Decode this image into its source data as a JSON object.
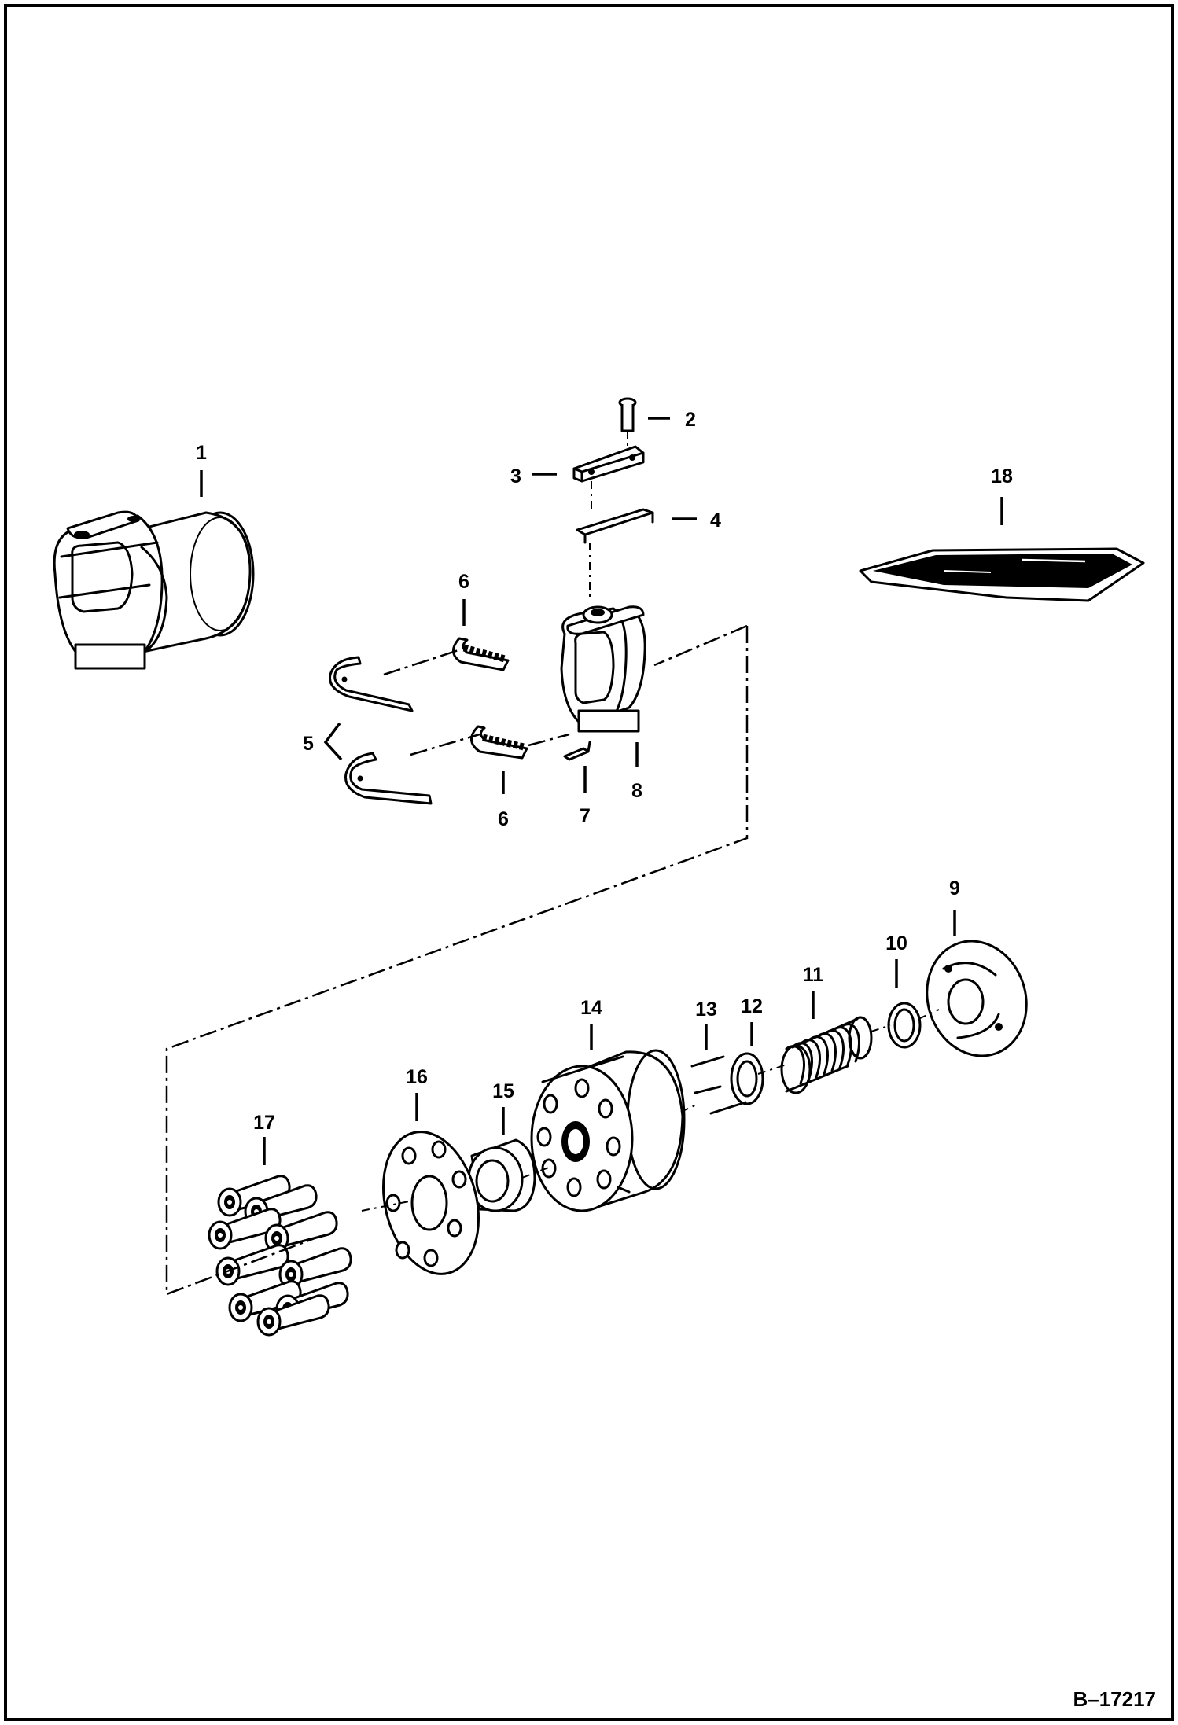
{
  "reference": "B–17217",
  "callouts": [
    {
      "id": "1",
      "label": "1"
    },
    {
      "id": "2",
      "label": "2"
    },
    {
      "id": "3",
      "label": "3"
    },
    {
      "id": "4",
      "label": "4"
    },
    {
      "id": "5",
      "label": "5"
    },
    {
      "id": "6a",
      "label": "6"
    },
    {
      "id": "6b",
      "label": "6"
    },
    {
      "id": "7",
      "label": "7"
    },
    {
      "id": "8",
      "label": "8"
    },
    {
      "id": "9",
      "label": "9"
    },
    {
      "id": "10",
      "label": "10"
    },
    {
      "id": "11",
      "label": "11"
    },
    {
      "id": "12",
      "label": "12"
    },
    {
      "id": "13",
      "label": "13"
    },
    {
      "id": "14",
      "label": "14"
    },
    {
      "id": "15",
      "label": "15"
    },
    {
      "id": "16",
      "label": "16"
    },
    {
      "id": "17",
      "label": "17"
    },
    {
      "id": "18",
      "label": "18"
    }
  ]
}
